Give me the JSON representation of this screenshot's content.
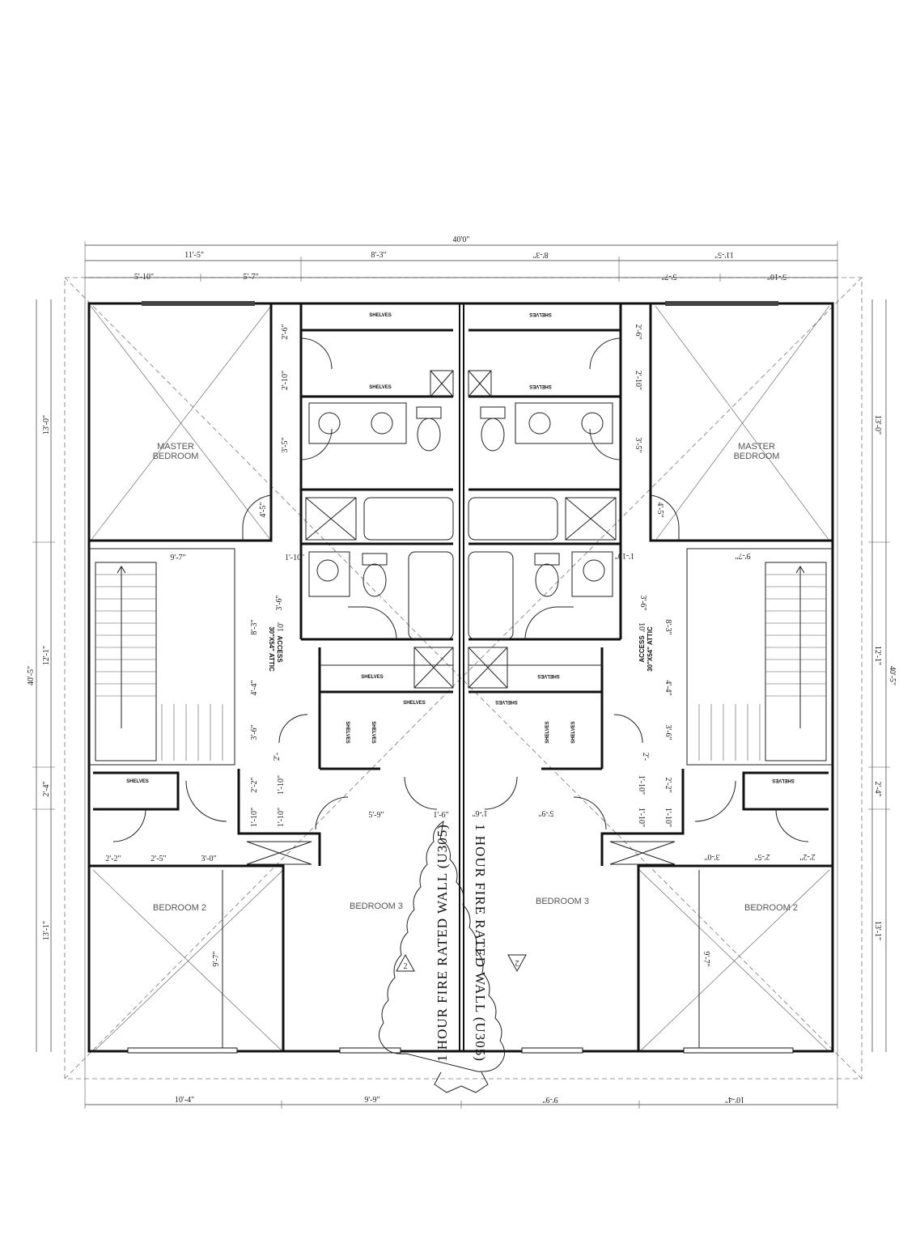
{
  "overall_width": "40'0\"",
  "top_dims_left": [
    "11'-5\"",
    "8'-3\""
  ],
  "top_dims_right": [
    "8'-3\"",
    "11'-5\""
  ],
  "top_sub_left": [
    "5'-10\"",
    "5'-7\""
  ],
  "top_sub_right": [
    "5'-7\"",
    "5'-10\""
  ],
  "bottom_dims": [
    "10'-4\"",
    "9'-9\"",
    "9'-9\"",
    "10'-4\""
  ],
  "left_dims": [
    "13'-0\"",
    "12'-1\"",
    "2'-4\"",
    "13'-1\""
  ],
  "right_dims": [
    "13'-0\"",
    "12'-1\"",
    "2'-4\"",
    "13'-1\""
  ],
  "overall_height_left": "40'-5\"",
  "overall_height_right": "40'-5\"",
  "interior_dims_left": [
    "2'-6\"",
    "2'-10\"",
    "3'-5\"",
    "4'-5\"",
    "1'-10\"",
    "9'-7\"",
    "3'-6\"",
    "8'-3\"",
    "10'",
    "4'-4\"",
    "3'-6\"",
    "2'-",
    "2'-2\"",
    "1'-10\"",
    "1'-10\"",
    "1'-10\"",
    "5'-9\"",
    "1'-6\"",
    "2'-2\"",
    "2'-5\"",
    "3'-0\"",
    "9'-7\""
  ],
  "interior_dims_right": [
    "2'-6\"",
    "2'-10\"",
    "3'-5\"",
    "4'-5\"",
    "1'-10\"",
    "9'-7\"",
    "3'-6\"",
    "8'-3\"",
    "10'",
    "4'-4\"",
    "3'-6\"",
    "2'-",
    "2'-2\"",
    "1'-10\"",
    "1'-10\"",
    "1'-10\"",
    "5'-9\"",
    "1'-6\"",
    "2'-2\"",
    "2'-5\"",
    "3'-0\"",
    "9'-7\""
  ],
  "rooms": {
    "master_left": [
      "MASTER",
      "BEDROOM"
    ],
    "master_right": [
      "MASTER",
      "BEDROOM"
    ],
    "bed2_left": "BEDROOM 2",
    "bed2_right": "BEDROOM 2",
    "bed3_left": "BEDROOM 3",
    "bed3_right": "BEDROOM 3"
  },
  "shelves_label": "SHELVES",
  "attic_left": [
    "30\"X54\" ATTIC",
    "ACCESS"
  ],
  "attic_right": [
    "30\"X54\" ATTIC",
    "ACCESS"
  ],
  "fire_wall_left": "1 HOUR FIRE RATED WALL (U305)",
  "fire_wall_right": "1 HOUR FIRE RATED WALL (U305)",
  "revision_marker": "2"
}
